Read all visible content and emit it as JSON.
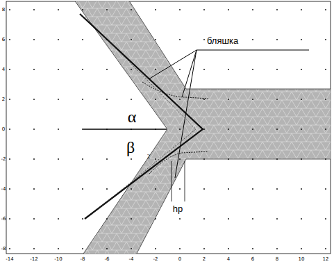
{
  "diagram": {
    "labels": [
      "бляшка",
      "α",
      "β",
      "2",
      "hp",
      "-14",
      "-12",
      "-10",
      "-8",
      "-6",
      "-4",
      "-2",
      "0",
      "2",
      "4",
      "6",
      "8",
      "10",
      "12",
      "8",
      "6",
      "4",
      "2",
      "0",
      "-2",
      "-4",
      "-6",
      "-8"
    ]
  }
}
